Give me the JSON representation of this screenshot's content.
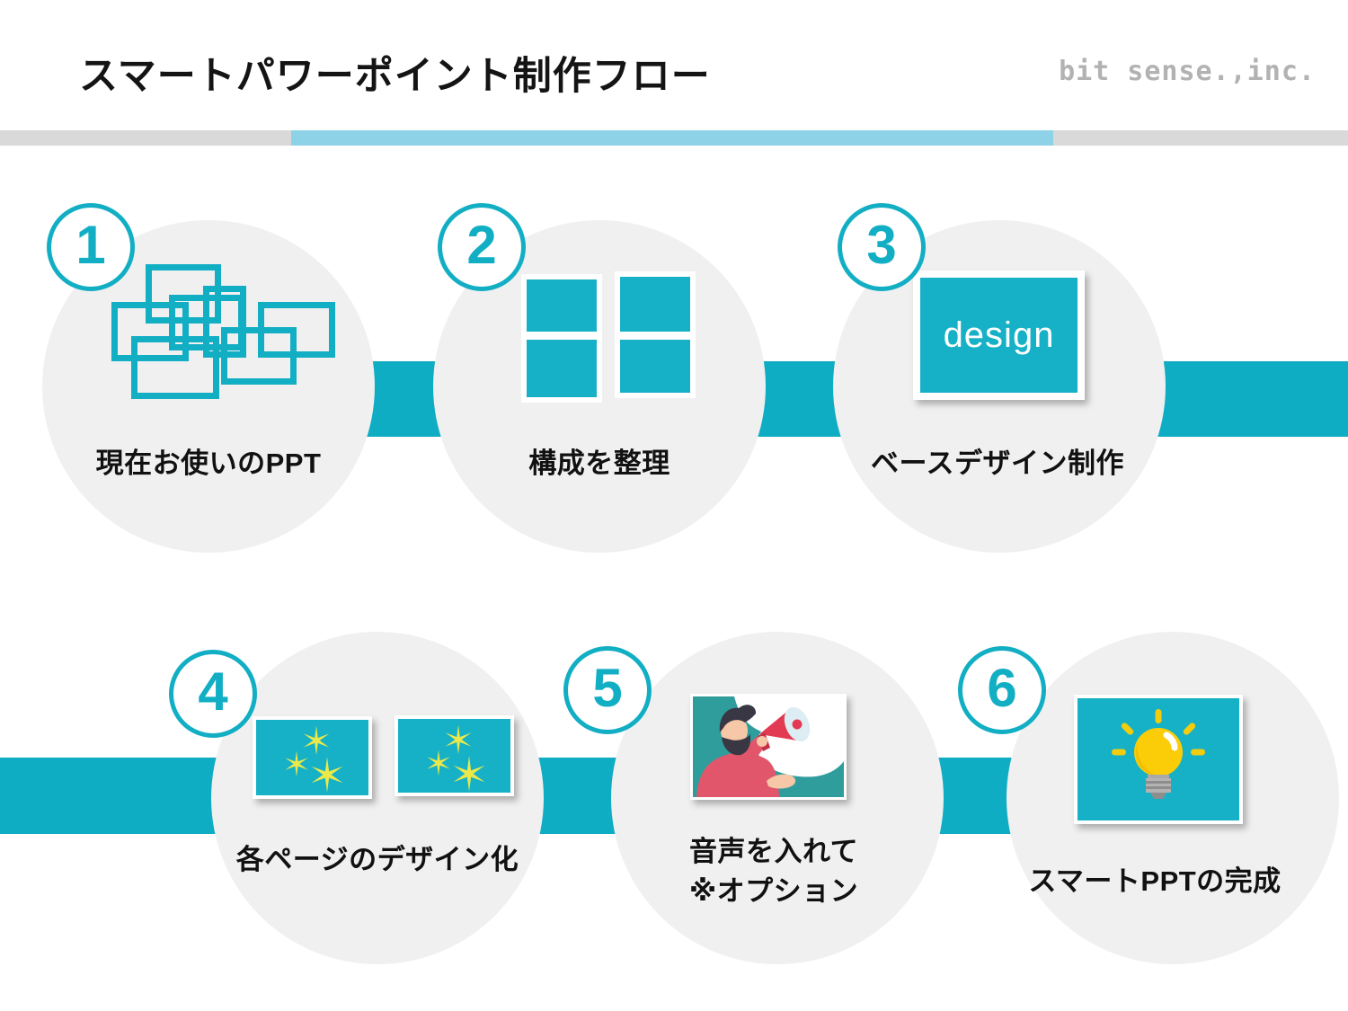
{
  "slide": {
    "title": "スマートパワーポイント制作フロー",
    "logo": "bit sense.,inc."
  },
  "colors": {
    "teal_accent": "#12aec4",
    "header_blue": "#8dd2e6",
    "header_gray": "#d9d9d9",
    "circle_gray": "#f0f0f0",
    "label_text": "#111111",
    "sparkle_yellow": "#eae94a",
    "bulb_yellow": "#facd08",
    "illustration_teal": "#2f9d9b",
    "illustration_pink": "#e2566b"
  },
  "steps": [
    {
      "number": "1",
      "label": "現在お使いのPPT",
      "icon": "overlapping-slides-icon"
    },
    {
      "number": "2",
      "label": "構成を整理",
      "icon": "grid-slides-icon"
    },
    {
      "number": "3",
      "label": "ベースデザイン制作",
      "icon": "design-slide-icon",
      "box_text": "design"
    },
    {
      "number": "4",
      "label": "各ページのデザイン化",
      "icon": "sparkle-slides-icon"
    },
    {
      "number": "5",
      "label": "音声を入れて",
      "label2": "※オプション",
      "icon": "voice-megaphone-icon"
    },
    {
      "number": "6",
      "label": "スマートPPTの完成",
      "icon": "lightbulb-slide-icon"
    }
  ]
}
